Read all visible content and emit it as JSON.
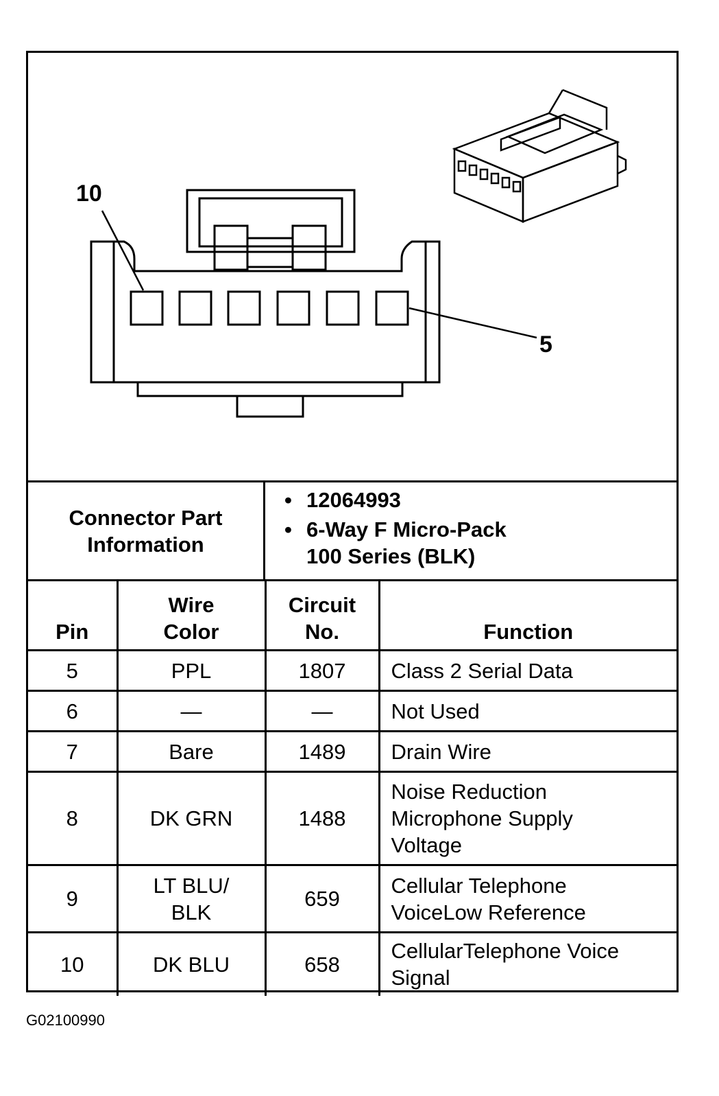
{
  "connector": {
    "callouts": {
      "left_pin": "10",
      "right_pin": "5"
    }
  },
  "part_info": {
    "label": "Connector Part\nInformation",
    "items": [
      "12064993",
      "6-Way F Micro-Pack\n100 Series (BLK)"
    ]
  },
  "pin_table": {
    "headers": {
      "pin": "Pin",
      "wire_color": "Wire\nColor",
      "circuit": "Circuit\nNo.",
      "function": "Function"
    },
    "rows": [
      {
        "pin": "5",
        "wire_color": "PPL",
        "circuit": "1807",
        "function": "Class 2 Serial Data"
      },
      {
        "pin": "6",
        "wire_color": "—",
        "circuit": "—",
        "function": "Not Used"
      },
      {
        "pin": "7",
        "wire_color": "Bare",
        "circuit": "1489",
        "function": "Drain Wire"
      },
      {
        "pin": "8",
        "wire_color": "DK GRN",
        "circuit": "1488",
        "function": "Noise Reduction\nMicrophone Supply\nVoltage"
      },
      {
        "pin": "9",
        "wire_color": "LT BLU/\nBLK",
        "circuit": "659",
        "function": "Cellular Telephone\nVoiceLow Reference"
      },
      {
        "pin": "10",
        "wire_color": "DK BLU",
        "circuit": "658",
        "function": "CellularTelephone Voice\nSignal"
      }
    ]
  },
  "figure_id": "G02100990"
}
